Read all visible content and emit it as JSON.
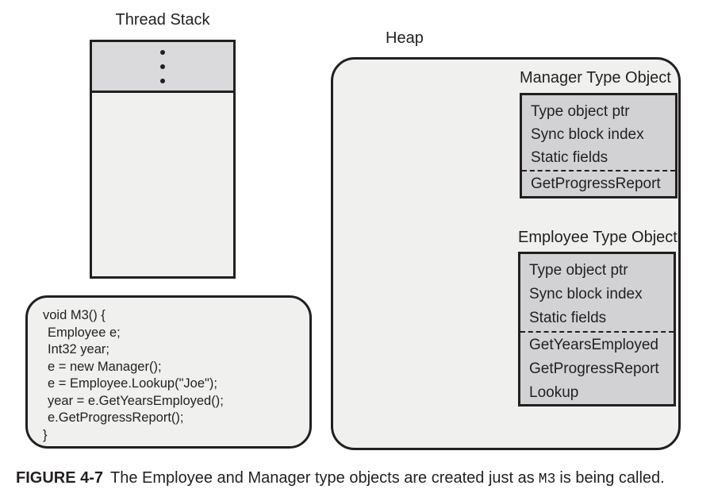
{
  "figure": {
    "thread_stack": {
      "title": "Thread Stack"
    },
    "heap": {
      "title": "Heap",
      "manager_object": {
        "title": "Manager Type Object",
        "fields": [
          "Type object ptr",
          "Sync block index",
          "Static fields"
        ],
        "methods": [
          "GetProgressReport"
        ]
      },
      "employee_object": {
        "title": "Employee Type Object",
        "fields": [
          "Type object ptr",
          "Sync block index",
          "Static fields"
        ],
        "methods": [
          "GetYearsEmployed",
          "GetProgressReport",
          "Lookup"
        ]
      }
    },
    "code": {
      "lines": [
        "void M3() {",
        "Employee e;",
        "Int32 year;",
        "e = new Manager();",
        "e = Employee.Lookup(\"Joe\");",
        "year = e.GetYearsEmployed();",
        "e.GetProgressReport();",
        "}"
      ]
    },
    "caption": {
      "label": "FIGURE 4-7",
      "before_code": "The Employee and Manager type objects are created just as",
      "code_term": "M3",
      "after_code": "is being called."
    }
  },
  "colors": {
    "ink": "#231f20",
    "light_fill": "#f0f0ef",
    "stack_top_fill": "#dadadc",
    "object_fill": "#d2d2d4"
  }
}
